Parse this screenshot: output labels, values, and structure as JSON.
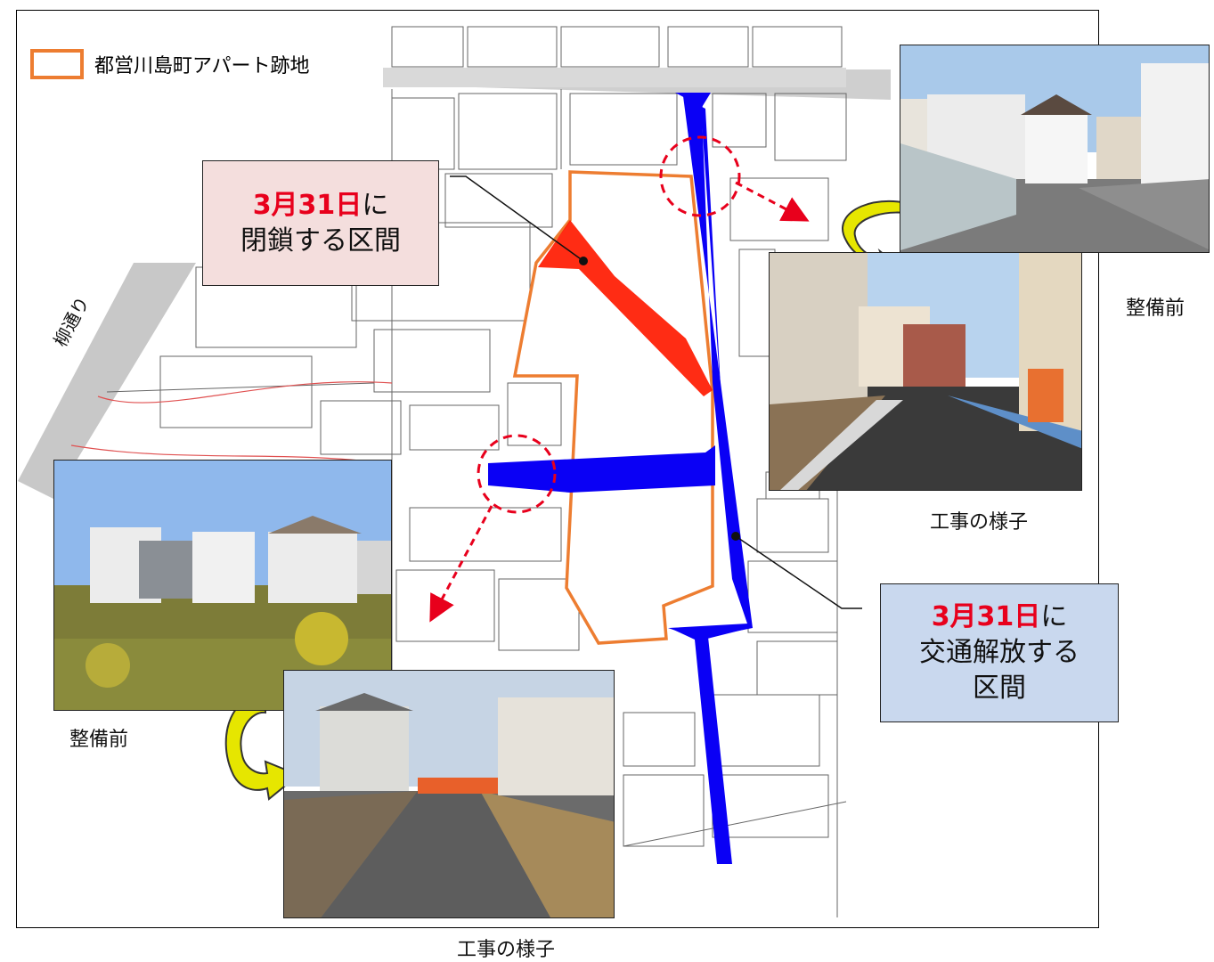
{
  "legend": {
    "label": "都営川島町アパート跡地",
    "color": "#ed7d31"
  },
  "callouts": {
    "closed": {
      "date": "3月31日",
      "suffix": "に",
      "text": "閉鎖する区間",
      "route_color": "#ff1a00"
    },
    "opened": {
      "date": "3月31日",
      "suffix": "に",
      "line2": "交通解放する",
      "line3": "区間",
      "route_color": "#0a00f5"
    }
  },
  "street_label": "柳通り",
  "photos": {
    "right_before": {
      "caption": "整備前"
    },
    "right_work": {
      "caption": "工事の様子"
    },
    "left_before": {
      "caption": "整備前"
    },
    "left_work": {
      "caption": "工事の様子"
    }
  }
}
